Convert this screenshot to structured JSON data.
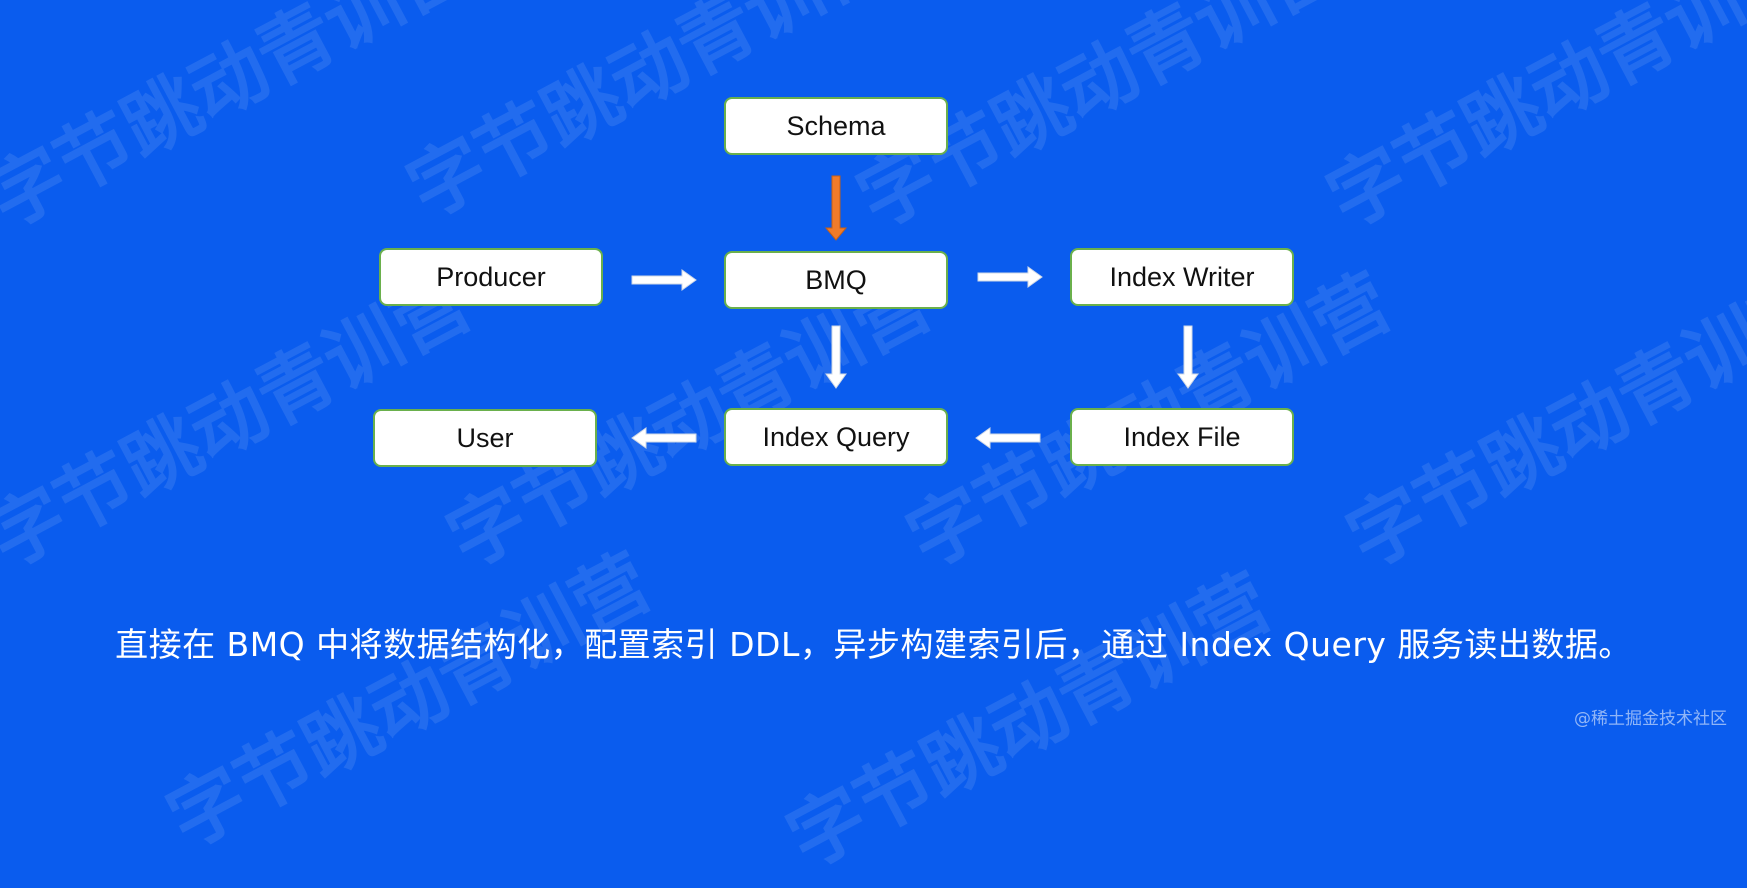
{
  "diagram": {
    "nodes": {
      "schema": "Schema",
      "producer": "Producer",
      "bmq": "BMQ",
      "index_writer": "Index Writer",
      "user": "User",
      "index_query": "Index Query",
      "index_file": "Index File"
    },
    "edges": [
      {
        "from": "Schema",
        "to": "BMQ",
        "color": "#f07b2a"
      },
      {
        "from": "Producer",
        "to": "BMQ",
        "color": "#ffffff"
      },
      {
        "from": "BMQ",
        "to": "Index Writer",
        "color": "#ffffff"
      },
      {
        "from": "BMQ",
        "to": "Index Query",
        "color": "#ffffff"
      },
      {
        "from": "Index Writer",
        "to": "Index File",
        "color": "#ffffff"
      },
      {
        "from": "Index File",
        "to": "Index Query",
        "color": "#ffffff"
      },
      {
        "from": "Index Query",
        "to": "User",
        "color": "#ffffff"
      }
    ]
  },
  "caption": "直接在 BMQ 中将数据结构化，配置索引 DDL，异步构建索引后，通过 Index Query 服务读出数据。",
  "credit": "@稀土掘金技术社区",
  "watermark_text": "字节跳动青训营",
  "colors": {
    "background": "#0a5cee",
    "node_border": "#6ab04c",
    "arrow_default": "#ffffff",
    "arrow_schema": "#f07b2a"
  }
}
